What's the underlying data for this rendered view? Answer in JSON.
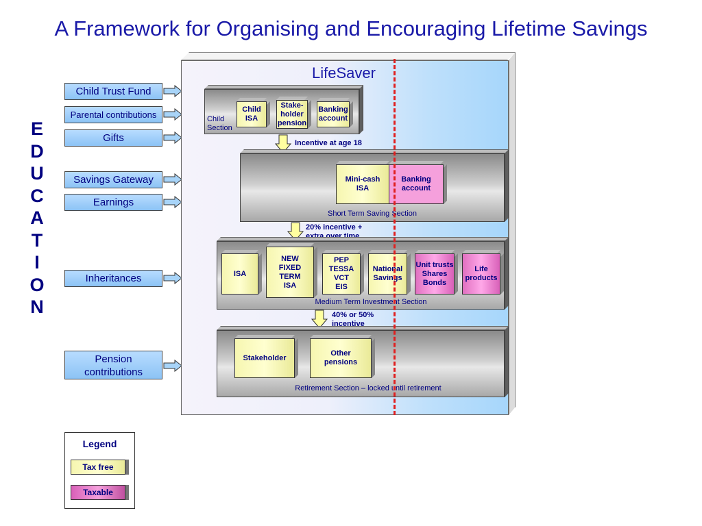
{
  "title": "A Framework for Organising and Encouraging Lifetime Savings",
  "education_letters": [
    "E",
    "D",
    "U",
    "C",
    "A",
    "T",
    "I",
    "O",
    "N"
  ],
  "sources": [
    "Child Trust Fund",
    "Parental contributions",
    "Gifts",
    "Savings Gateway",
    "Earnings",
    "Inheritances",
    "Pension contributions"
  ],
  "lifesaver": {
    "title": "LifeSaver",
    "child_section": {
      "label": "Child Section",
      "boxes": [
        "Child\nISA",
        "Stake-\nholder\npension",
        "Banking\naccount"
      ]
    },
    "incentive_1": "Incentive at age 18",
    "short_term": {
      "label": "Short Term Saving Section",
      "boxes": [
        "Mini-cash\nISA",
        "Banking\naccount"
      ]
    },
    "incentive_2": "20% incentive +\nextra over time",
    "medium_term": {
      "label": "Medium Term Investment Section",
      "boxes": [
        "ISA",
        "NEW\nFIXED\nTERM\nISA",
        "PEP\nTESSA\nVCT\nEIS",
        "National\nSavings",
        "Unit trusts\nShares\nBonds",
        "Life\nproducts"
      ]
    },
    "incentive_3": "40% or 50%\nincentive",
    "retirement": {
      "label": "Retirement Section – locked until retirement",
      "boxes": [
        "Stakeholder",
        "Other\npensions"
      ]
    }
  },
  "legend": {
    "title": "Legend",
    "tax_free": "Tax free",
    "taxable": "Taxable"
  },
  "colors": {
    "tax_free": "#ffffc0",
    "taxable": "#f5a0dc",
    "divider": "#e02020",
    "text": "#000080"
  }
}
